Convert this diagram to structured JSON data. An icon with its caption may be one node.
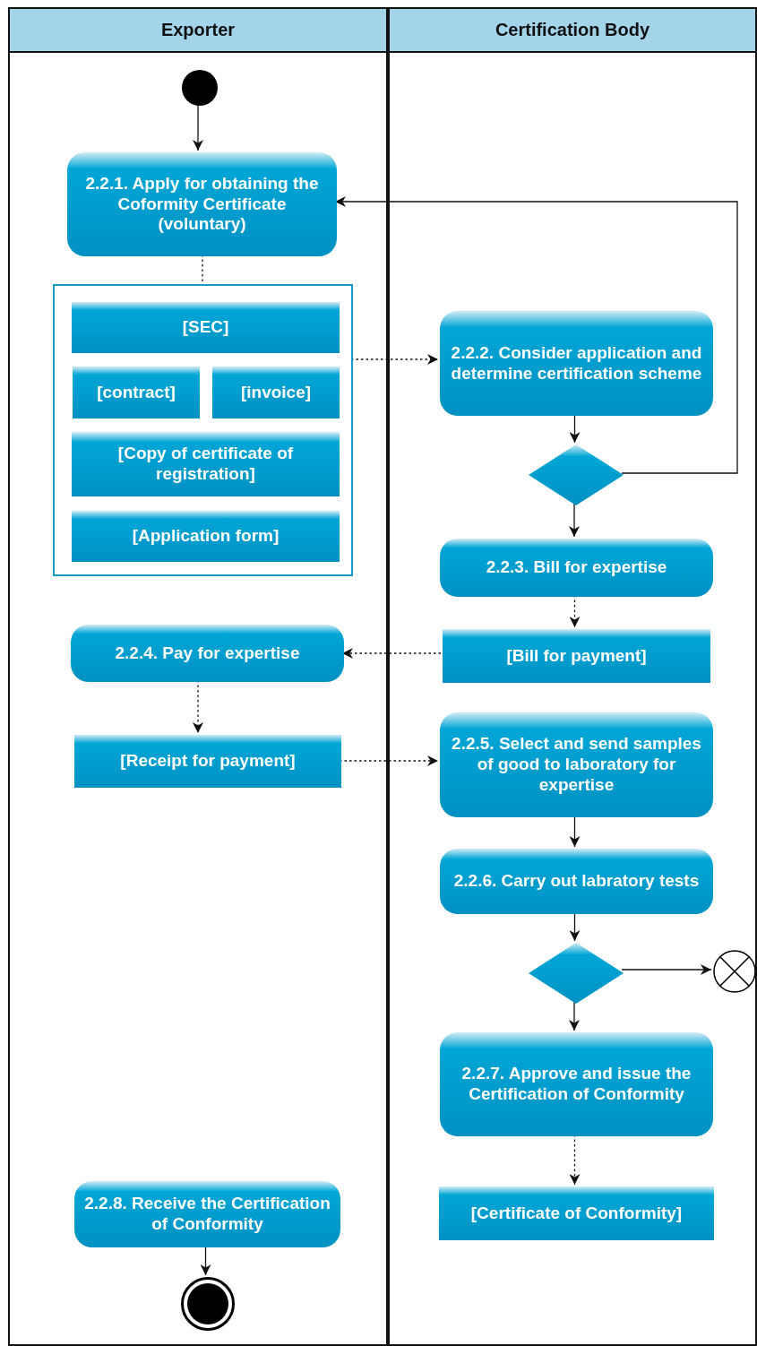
{
  "diagram": {
    "nodes": [
      {
        "text": [
          "Exporter"
        ]
      },
      {
        "text": [
          "Certification Body"
        ]
      },
      {
        "text": [],
        "shape": "circle",
        "in": 0
      },
      {
        "text": [
          "2.2.1. Apply for obtaining the Coformity Certificate (voluntary)"
        ],
        "in": 0
      },
      {
        "text": [],
        "shape": "box",
        "in": 0
      },
      {
        "text": [
          "[SEC]"
        ],
        "in": 4
      },
      {
        "text": [
          "[contract]"
        ],
        "in": 4
      },
      {
        "text": [
          "[invoice]"
        ],
        "in": 4
      },
      {
        "text": [
          "[Copy of certificate of registration]"
        ],
        "in": 4
      },
      {
        "text": [
          "[Application form]"
        ],
        "in": 4
      },
      {
        "text": [
          "2.2.2. Consider application and determine certification scheme"
        ],
        "in": 1
      },
      {
        "text": [],
        "shape": "diamond",
        "in": 1
      },
      {
        "text": [
          "2.2.3. Bill for expertise"
        ],
        "in": 1
      },
      {
        "text": [
          "[Bill for payment]"
        ],
        "in": 1
      },
      {
        "text": [
          "2.2.4. Pay for expertise"
        ],
        "in": 0
      },
      {
        "text": [
          "[Receipt for payment]"
        ],
        "in": 0
      },
      {
        "text": [
          "2.2.5. Select and send samples of good to laboratory for expertise"
        ],
        "in": 1
      },
      {
        "text": [
          "2.2.6. Carry out labratory tests"
        ],
        "in": 1
      },
      {
        "text": [],
        "shape": "diamond",
        "in": 1
      },
      {
        "text": [],
        "shape": "circle",
        "in": 1
      },
      {
        "text": [
          "2.2.7. Approve and issue the Certification of Conformity"
        ],
        "in": 1
      },
      {
        "text": [
          "[Certificate of Conformity]"
        ],
        "in": 1
      },
      {
        "text": [
          "2.2.8. Receive the Certification of Conformity"
        ],
        "in": 0
      },
      {
        "text": [],
        "shape": "circle",
        "in": 0
      }
    ],
    "edges": [
      {
        "from": 2,
        "to": 3,
        "arrow": "to"
      },
      {
        "from": 3,
        "to": 4,
        "arrow": "none",
        "style": "dashed"
      },
      {
        "from": 4,
        "to": 10,
        "arrow": "to",
        "style": "dashed"
      },
      {
        "from": 10,
        "to": 11,
        "arrow": "to"
      },
      {
        "from": 11,
        "to": 3,
        "arrow": "to"
      },
      {
        "from": 11,
        "to": 12,
        "arrow": "to"
      },
      {
        "from": 12,
        "to": 13,
        "arrow": "to",
        "style": "dashed"
      },
      {
        "from": 13,
        "to": 14,
        "arrow": "to",
        "style": "dashed"
      },
      {
        "from": 14,
        "to": 15,
        "arrow": "to",
        "style": "dashed"
      },
      {
        "from": 15,
        "to": 16,
        "arrow": "to",
        "style": "dashed"
      },
      {
        "from": 16,
        "to": 17,
        "arrow": "to"
      },
      {
        "from": 17,
        "to": 18,
        "arrow": "to"
      },
      {
        "from": 18,
        "to": 19,
        "arrow": "to"
      },
      {
        "from": 18,
        "to": 20,
        "arrow": "to"
      },
      {
        "from": 20,
        "to": 21,
        "arrow": "to",
        "style": "dashed"
      },
      {
        "from": 22,
        "to": 23,
        "arrow": "to"
      }
    ]
  }
}
